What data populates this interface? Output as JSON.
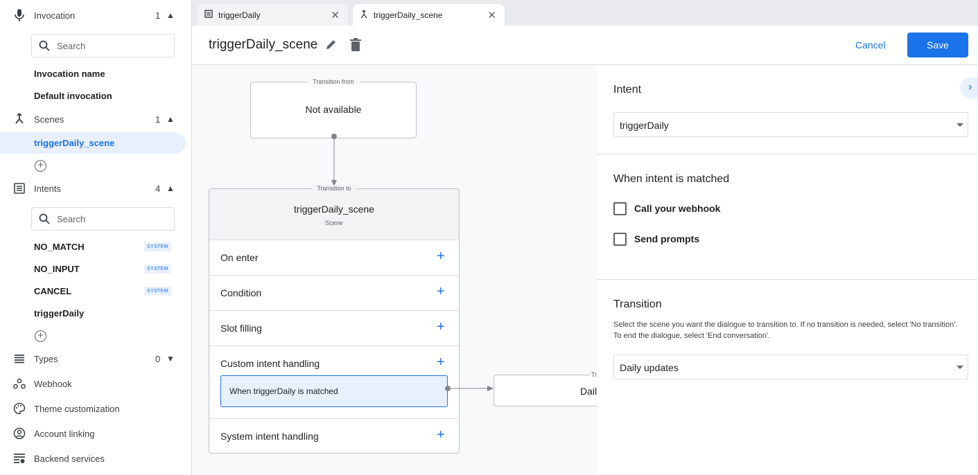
{
  "sidebar": {
    "invocation": {
      "label": "Invocation",
      "count": "1",
      "icon": "mic-icon",
      "search_placeholder": "Search",
      "items": [
        "Invocation name",
        "Default invocation"
      ]
    },
    "scenes": {
      "label": "Scenes",
      "count": "1",
      "icon": "merge-icon",
      "items": [
        "triggerDaily_scene"
      ],
      "selected": "triggerDaily_scene"
    },
    "intents": {
      "label": "Intents",
      "count": "4",
      "icon": "list-icon",
      "search_placeholder": "Search",
      "items": [
        {
          "name": "NO_MATCH",
          "badge": "SYSTEM"
        },
        {
          "name": "NO_INPUT",
          "badge": "SYSTEM"
        },
        {
          "name": "CANCEL",
          "badge": "SYSTEM"
        },
        {
          "name": "triggerDaily",
          "badge": ""
        }
      ]
    },
    "types": {
      "label": "Types",
      "count": "0"
    },
    "links": [
      {
        "label": "Webhook",
        "icon": "webhook-icon"
      },
      {
        "label": "Theme customization",
        "icon": "palette-icon"
      },
      {
        "label": "Account linking",
        "icon": "account-icon"
      },
      {
        "label": "Backend services",
        "icon": "backend-services-icon"
      }
    ]
  },
  "tabs": [
    {
      "label": "triggerDaily",
      "icon": "intent-icon",
      "active": false
    },
    {
      "label": "triggerDaily_scene",
      "icon": "scene-icon",
      "active": true
    }
  ],
  "header": {
    "title": "triggerDaily_scene",
    "cancel": "Cancel",
    "save": "Save"
  },
  "canvas": {
    "from": {
      "caption": "Transition from",
      "text": "Not available"
    },
    "scene": {
      "caption": "Transition to",
      "title": "triggerDaily_scene",
      "subtitle": "Scene",
      "rows": [
        "On enter",
        "Condition",
        "Slot filling",
        "Custom intent handling",
        "System intent handling"
      ],
      "handler": "When triggerDaily is matched"
    },
    "target": {
      "caption": "Tr",
      "text": "Dail"
    }
  },
  "panel": {
    "intent_heading": "Intent",
    "intent_value": "triggerDaily",
    "matched_heading": "When intent is matched",
    "checkboxes": [
      {
        "label": "Call your webhook",
        "checked": false
      },
      {
        "label": "Send prompts",
        "checked": false
      }
    ],
    "transition_heading": "Transition",
    "transition_desc": "Select the scene you want the dialogue to transition to. If no transition is needed, select 'No transition'. To end the dialogue, select 'End conversation'.",
    "transition_value": "Daily updates"
  },
  "colors": {
    "accent": "#1a73e8",
    "selected_bg": "#e8f0fe"
  }
}
